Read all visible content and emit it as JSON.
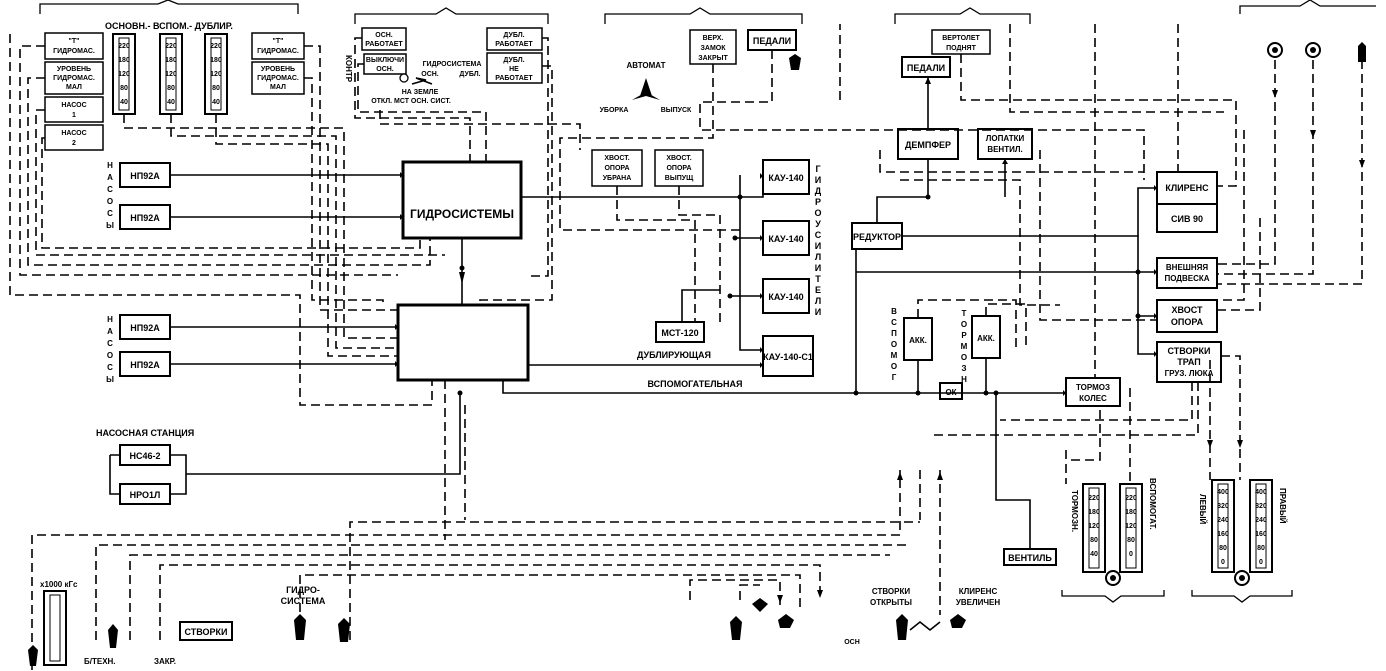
{
  "groups": {
    "top_left_header": "ОСНОВН.- ВСПОМ.- ДУБЛИР."
  },
  "left_panel": {
    "t_gidromas_1": [
      "\"Т\"",
      "ГИДРОМАС."
    ],
    "uroven_1": [
      "УРОВЕНЬ",
      "ГИДРОМАС.",
      "МАЛ"
    ],
    "nasos_1": [
      "НАСОС",
      "1"
    ],
    "nasos_2": [
      "НАСОС",
      "2"
    ],
    "t_gidromas_2": [
      "\"Т\"",
      "ГИДРОМАС."
    ],
    "uroven_2": [
      "УРОВЕНЬ",
      "ГИДРОМАС.",
      "МАЛ"
    ],
    "kontr": "КОНТР",
    "gauge_ticks": [
      "220",
      "180",
      "120",
      "80",
      "40"
    ]
  },
  "status_panel": {
    "osn_rabotaet": [
      "ОСН.",
      "РАБОТАЕТ"
    ],
    "vyklyuchi_osn": [
      "ВЫКЛЮЧИ",
      "ОСН."
    ],
    "gidrosistema": "ГИДРОСИСТЕМА",
    "osn": "ОСН.",
    "dubl": "ДУБЛ.",
    "na_zemle": "НА ЗЕМЛЕ",
    "otkl_mst": "ОТКЛ.  МСТ ОСН. СИСТ.",
    "dubl_rabotaet": [
      "ДУБЛ.",
      "РАБОТАЕТ"
    ],
    "dubl_ne_rabotaet": [
      "ДУБЛ.",
      "НЕ",
      "РАБОТАЕТ"
    ]
  },
  "center_top": {
    "avtomat": "АВТОМАТ",
    "uborka": "УБОРКА",
    "vypusk": "ВЫПУСК",
    "verkh_zamok": [
      "ВЕРХ.",
      "ЗАМОК",
      "ЗАКРЫТ"
    ],
    "pedali_1": "ПЕДАЛИ",
    "vertolet_podnyat": [
      "ВЕРТОЛЕТ",
      "ПОДНЯТ"
    ],
    "pedali_2": "ПЕДАЛИ",
    "hvost_ubrana": [
      "ХВОСТ.",
      "ОПОРА",
      "УБРАНА"
    ],
    "hvost_vypushch": [
      "ХВОСТ.",
      "ОПОРА",
      "ВЫПУЩ"
    ],
    "dempfer": "ДЕМПФЕР",
    "lopatki": [
      "ЛОПАТКИ",
      "ВЕНТИЛ."
    ]
  },
  "pumps": {
    "nasosy_label": [
      "Н",
      "А",
      "С",
      "О",
      "С",
      "Ы"
    ],
    "np_1": "НП92А",
    "np_2": "НП92А",
    "np_3": "НП92А",
    "np_4": "НП92А"
  },
  "central": {
    "gidrosistemy": "ГИДРОСИСТЕМЫ",
    "kau_1": "КАУ-140",
    "kau_2": "КАУ-140",
    "kau_3": "КАУ-140",
    "kau_4": "КАУ-140-С1",
    "mst_120": "МСТ-120",
    "gidrousiliteli": [
      "Г",
      "И",
      "Д",
      "Р",
      "О",
      "У",
      "С",
      "И",
      "Л",
      "И",
      "Т",
      "Е",
      "Л",
      "И"
    ],
    "dubliruyushchaya": "ДУБЛИРУЮЩАЯ",
    "vspomogatelnaya": "ВСПОМОГАТЕЛЬНАЯ",
    "reduktor": "РЕДУКТОР"
  },
  "right_side": {
    "klirens": "КЛИРЕНС",
    "siv_90": "СИВ 90",
    "vneshnyaya_podveska": [
      "ВНЕШНЯЯ",
      "ПОДВЕСКА"
    ],
    "hvost_opora": [
      "ХВОСТ",
      "ОПОРА"
    ],
    "stvorki_trap": [
      "СТВОРКИ",
      "ТРАП",
      "ГРУЗ. ЛЮКА"
    ],
    "vspomog_label": [
      "В",
      "С",
      "П",
      "О",
      "М",
      "О",
      "Г"
    ],
    "tormozn_label": [
      "Т",
      "О",
      "Р",
      "М",
      "О",
      "З",
      "Н"
    ],
    "akk_1": "АКК.",
    "akk_2": "АКК.",
    "ok": "ОК",
    "tormoz_koles": [
      "ТОРМОЗ",
      "КОЛЕС"
    ],
    "ventil": "ВЕНТИЛЬ"
  },
  "bottom_gauges": {
    "tormozn_vert": "ТОРМОЗН.",
    "vspomogat_vert": "ВСПОМОГАТ.",
    "levyy": "ЛЕВЫЙ",
    "pravyy": "ПРАВЫЙ",
    "ticks_1": [
      "220",
      "180",
      "120",
      "80",
      "40",
      "0"
    ],
    "ticks_2": [
      "400",
      "320",
      "240",
      "160",
      "80",
      "0"
    ]
  },
  "pump_station": {
    "label": "НАСОСНАЯ СТАНЦИЯ",
    "ns46": "НС46-2",
    "npo1l": "НРО1Л"
  },
  "bottom": {
    "x1000": "x1000 кГс",
    "b_tekhn": "Б/ТЕХН.",
    "zakr": "ЗАКР.",
    "stvorki_box": "СТВОРКИ",
    "gidro_sistema": [
      "ГИДРО-",
      "СИСТЕМА"
    ],
    "stvorki_otkryty": [
      "СТВОРКИ",
      "ОТКРЫТЫ"
    ],
    "klirens_uvelichen": [
      "КЛИРЕНС",
      "УВЕЛИЧЕН"
    ],
    "osn_small": "ОСН"
  }
}
